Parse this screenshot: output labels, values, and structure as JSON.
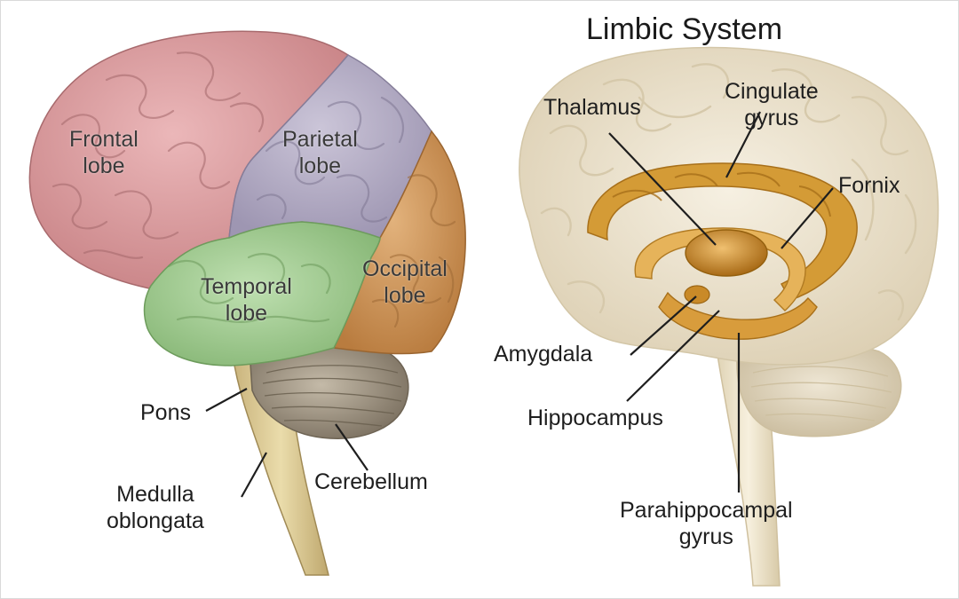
{
  "left_diagram": {
    "lobes": {
      "frontal": "Frontal\nlobe",
      "parietal": "Parietal\nlobe",
      "temporal": "Temporal\nlobe",
      "occipital": "Occipital\nlobe"
    },
    "callouts": {
      "pons": "Pons",
      "cerebellum": "Cerebellum",
      "medulla": "Medulla\noblongata"
    },
    "colors": {
      "frontal": "#e0a3a6",
      "parietal": "#b9b2c8",
      "temporal": "#a9cf9a",
      "occipital": "#d39a5b",
      "cerebellum": "#a39a8a",
      "brainstem": "#d8c48f"
    }
  },
  "right_diagram": {
    "title": "Limbic System",
    "callouts": {
      "thalamus": "Thalamus",
      "cingulate": "Cingulate\ngyrus",
      "fornix": "Fornix",
      "amygdala": "Amygdala",
      "hippocampus": "Hippocampus",
      "parahippocampal": "Parahippocampal\ngyrus"
    },
    "colors": {
      "brain": "#efe6d3",
      "limbic": "#c88a22",
      "limbic_light": "#e6b35a"
    }
  }
}
